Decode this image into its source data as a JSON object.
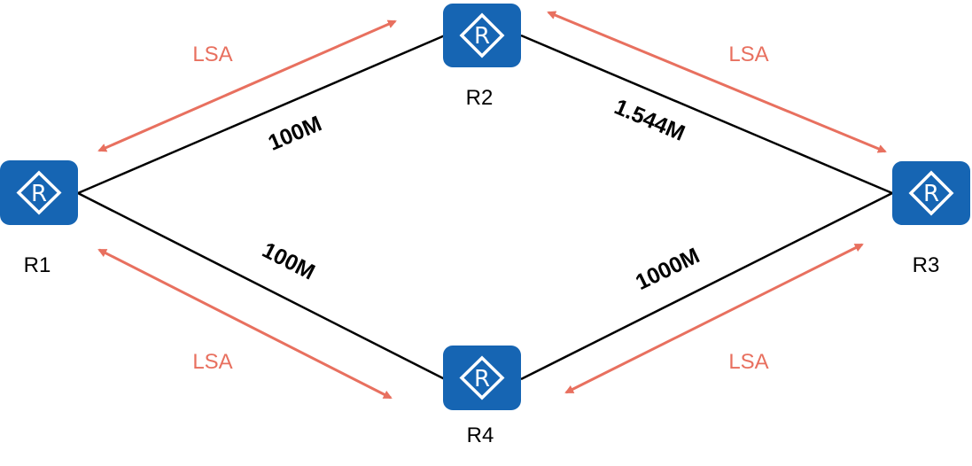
{
  "colors": {
    "router_fill": "#1665b3",
    "router_symbol": "#ffffff",
    "link_line": "#000000",
    "lsa_arrow": "#e8705f",
    "lsa_text": "#e8705f"
  },
  "routers": [
    {
      "id": "R1",
      "label": "R1",
      "icon": "router-icon",
      "glyph": "R"
    },
    {
      "id": "R2",
      "label": "R2",
      "icon": "router-icon",
      "glyph": "R"
    },
    {
      "id": "R3",
      "label": "R3",
      "icon": "router-icon",
      "glyph": "R"
    },
    {
      "id": "R4",
      "label": "R4",
      "icon": "router-icon",
      "glyph": "R"
    }
  ],
  "links": [
    {
      "from": "R1",
      "to": "R2",
      "bandwidth": "100M"
    },
    {
      "from": "R2",
      "to": "R3",
      "bandwidth": "1.544M"
    },
    {
      "from": "R1",
      "to": "R4",
      "bandwidth": "100M"
    },
    {
      "from": "R4",
      "to": "R3",
      "bandwidth": "1000M"
    }
  ],
  "lsa_exchanges": [
    {
      "between": [
        "R1",
        "R2"
      ],
      "label": "LSA"
    },
    {
      "between": [
        "R2",
        "R3"
      ],
      "label": "LSA"
    },
    {
      "between": [
        "R1",
        "R4"
      ],
      "label": "LSA"
    },
    {
      "between": [
        "R4",
        "R3"
      ],
      "label": "LSA"
    }
  ]
}
